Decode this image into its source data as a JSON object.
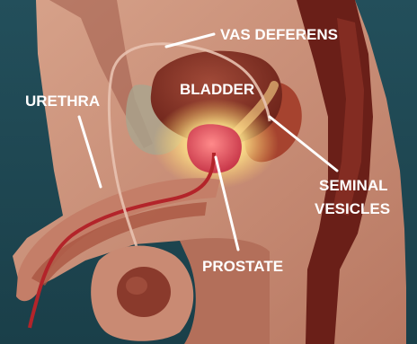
{
  "labels": {
    "vas_deferens": "VAS DEFERENS",
    "bladder": "BLADDER",
    "urethra": "URETHRA",
    "seminal_vesicles_line1": "SEMINAL",
    "seminal_vesicles_line2": "VESICLES",
    "prostate": "PROSTATE"
  },
  "colors": {
    "background": "#1f4f5a",
    "skin": "#c98f78",
    "muscle": "#7a2e22",
    "bladder": "#8e3b2d",
    "prostate": "#d8545e",
    "glow": "#ffe89a",
    "label": "#ffffff"
  }
}
